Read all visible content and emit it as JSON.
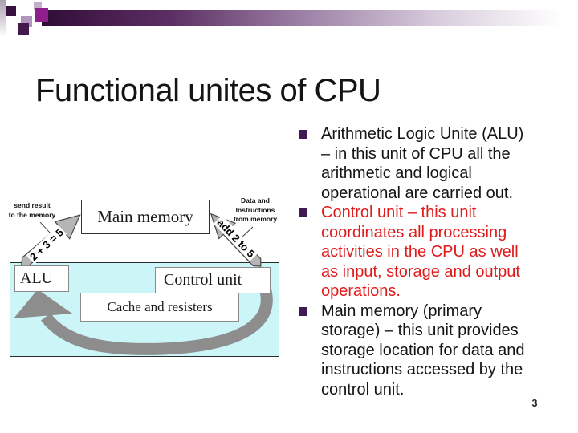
{
  "slide": {
    "title": "Functional unites of CPU",
    "page_number": "3",
    "colors": {
      "bullet_square": "#401a52",
      "red_text": "#e01b1b",
      "black_text": "#141414",
      "cyan_panel": "#ccf5f7",
      "straight_arrow_gray": "#b5b5b5",
      "curved_arrow_gray": "#8d8d8d",
      "bar_dark_purple": "#381040",
      "square_dark_purple": "#45194e",
      "square_magenta": "#8e1f8b",
      "square_lavender": "#c3aecb",
      "square_light_purple": "#b195bd"
    },
    "bullets": [
      {
        "text": "Arithmetic Logic Unite (ALU)\n– in this unit of CPU all the\narithmetic and logical\noperational are carried out.",
        "color": "#141414"
      },
      {
        "text": "Control unit – this unit\ncoordinates all processing\nactivities in the CPU as well\nas input, storage and output\noperations.",
        "color": "#e01b1b"
      },
      {
        "text": "Main memory (primary\nstorage) – this unit provides\nstorage location for data and\ninstructions accessed by the\ncontrol unit.",
        "color": "#141414"
      }
    ]
  },
  "diagram": {
    "main_memory": "Main memory",
    "alu": "ALU",
    "control_unit": "Control unit",
    "cache": "Cache and resisters",
    "send_result_line1": "send result",
    "send_result_line2": "to the memory",
    "data_line1": "Data and",
    "data_line2": "Instructions",
    "data_line3": "from memory",
    "left_arrow_text": "2 + 3 = 5",
    "right_arrow_text": "add 2 to 5"
  }
}
